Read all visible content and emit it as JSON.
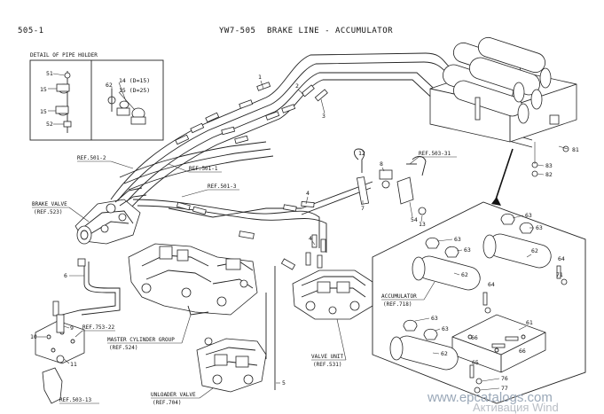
{
  "header": {
    "page_code": "505-1",
    "model_code": "YW7-505",
    "title": "BRAKE LINE - ACCUMULATOR"
  },
  "detail_box": {
    "title": "DETAIL OF PIPE HOLDER",
    "parts": [
      "51",
      "15",
      "15",
      "52",
      "62",
      "14 (D=15)",
      "15 (D=25)"
    ]
  },
  "references": {
    "ref_501_2": "REF.501-2",
    "ref_501_1": "REF.501-1",
    "ref_501_3": "REF.501-3",
    "ref_503_31": "REF.503-31",
    "brake_valve": "BRAKE VALVE",
    "ref_523": "(REF.523)",
    "ref_753_22": "REF.753-22",
    "master_cyl": "MASTER CYLINDER GROUP",
    "ref_524": "(REF.524)",
    "valve_unit": "VALVE UNIT",
    "ref_531": "(REF.531)",
    "unloader_valve": "UNLOADER VALVE",
    "ref_704": "(REF.704)",
    "ref_503_13": "REF.503-13",
    "accumulator": "ACCUMULATOR",
    "ref_718": "(REF.718)"
  },
  "part_numbers": {
    "n1": "1",
    "n2": "2",
    "n3": "3",
    "n4a": "4",
    "n4b": "4",
    "n5": "5",
    "n6": "6",
    "n7": "7",
    "n8": "8",
    "n9": "9",
    "n10": "10",
    "n11": "11",
    "n12": "12",
    "n13": "13",
    "n54": "54",
    "n81": "81",
    "n83": "83",
    "n82": "82",
    "n63a": "63",
    "n63b": "63",
    "n63c": "63",
    "n63d": "63",
    "n63e": "63",
    "n63f": "63",
    "n62a": "62",
    "n62b": "62",
    "n62c": "62",
    "n64a": "64",
    "n64b": "64",
    "n71": "71",
    "n61": "61",
    "n66a": "66",
    "n66b": "66",
    "n65": "65",
    "n76": "76",
    "n77": "77"
  },
  "watermarks": {
    "site": "www.epcatalogs.com",
    "activation": "Активация Wind"
  }
}
